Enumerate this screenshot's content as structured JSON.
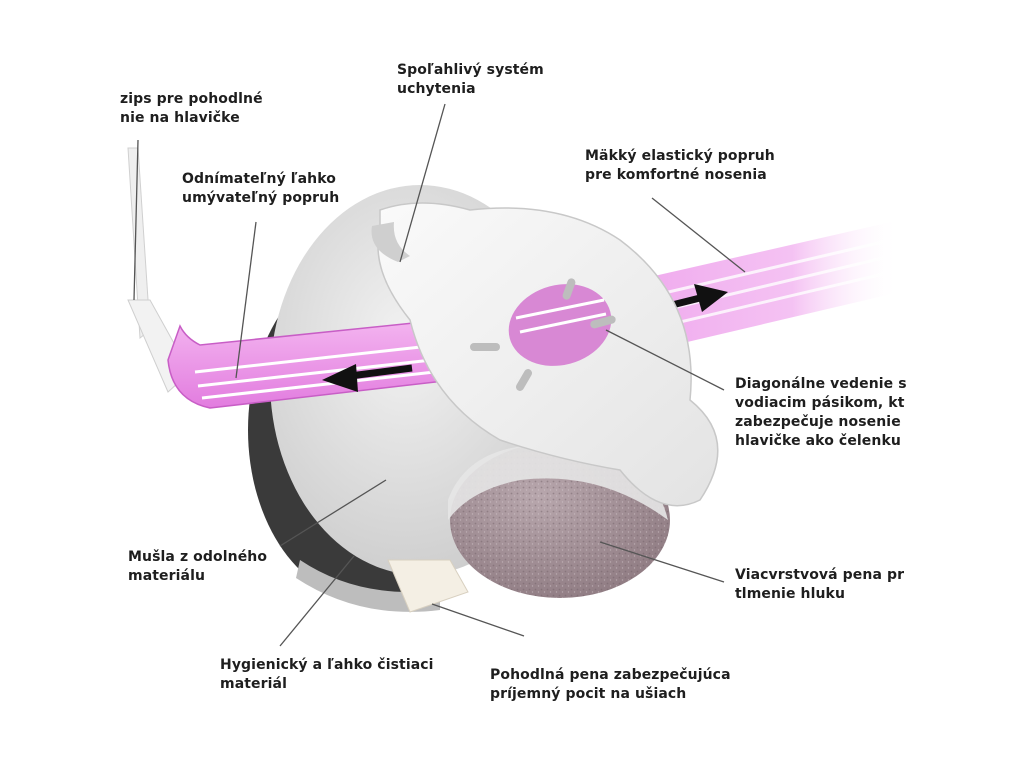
{
  "labels": {
    "clip": {
      "line1": "Spoľahlivý systém",
      "line2": "uchytenia"
    },
    "clips_comfort": {
      "line1": "zips pre pohodlné",
      "line2": "nie na hlavičke"
    },
    "removable_strap": {
      "line1": "Odnímateľný ľahko",
      "line2": "umývateľný popruh"
    },
    "soft_strap": {
      "line1": "Mäkký elastický popruh",
      "line2": "pre komfortné nosenia"
    },
    "diagonal": {
      "line1": "Diagonálne vedenie s",
      "line2": "vodiacim pásikom, kt",
      "line3": "zabezpečuje nosenie",
      "line4": "hlavičke ako čelenku"
    },
    "shell": {
      "line1": "Mušla z odolného",
      "line2": "materiálu"
    },
    "multilayer_foam": {
      "line1": "Viacvrstvová pena pr",
      "line2": "tlmenie hluku"
    },
    "hygienic": {
      "line1": "Hygienický a ľahko čistiaci",
      "line2": "materiál"
    },
    "comfort_foam": {
      "line1": "Pohodlná pena zabezpečujúca",
      "line2": "príjemný pocit na ušiach"
    }
  },
  "colors": {
    "strap_pink": "#e98ae6",
    "shell_grey": "#dcdcdc",
    "foam": "#a38f96",
    "leader_line": "#555555"
  }
}
